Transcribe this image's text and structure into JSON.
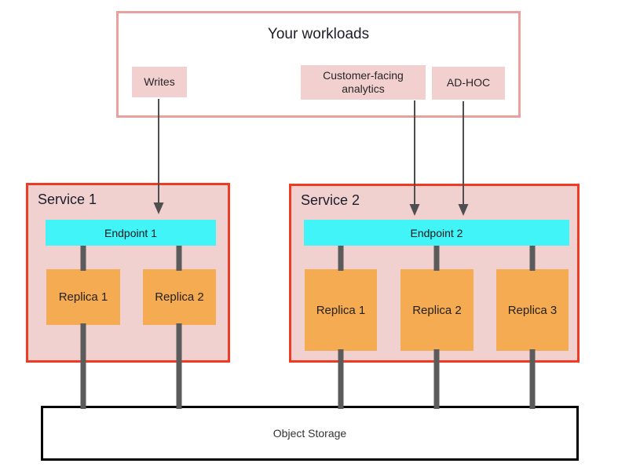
{
  "diagram": {
    "workloads": {
      "title": "Your workloads",
      "items": [
        {
          "label": "Writes"
        },
        {
          "label": "Customer-facing analytics"
        },
        {
          "label": "AD-HOC"
        }
      ]
    },
    "services": [
      {
        "title": "Service 1",
        "endpoint": "Endpoint 1",
        "replicas": [
          "Replica 1",
          "Replica 2"
        ]
      },
      {
        "title": "Service 2",
        "endpoint": "Endpoint 2",
        "replicas": [
          "Replica 1",
          "Replica 2",
          "Replica 3"
        ]
      }
    ],
    "storage": {
      "label": "Object Storage"
    },
    "colors": {
      "workloads_border": "#e9a19e",
      "workload_label_bg": "#f2d0cf",
      "service_border": "#ef3b24",
      "service_bg": "#f0d1d0",
      "endpoint_bg": "#41f4f8",
      "replica_bg": "#f4ab51",
      "connector_gray": "#5b5b5b",
      "arrow_gray": "#4f4f4f",
      "storage_border": "#000000",
      "text": "#1f1f1f"
    }
  }
}
